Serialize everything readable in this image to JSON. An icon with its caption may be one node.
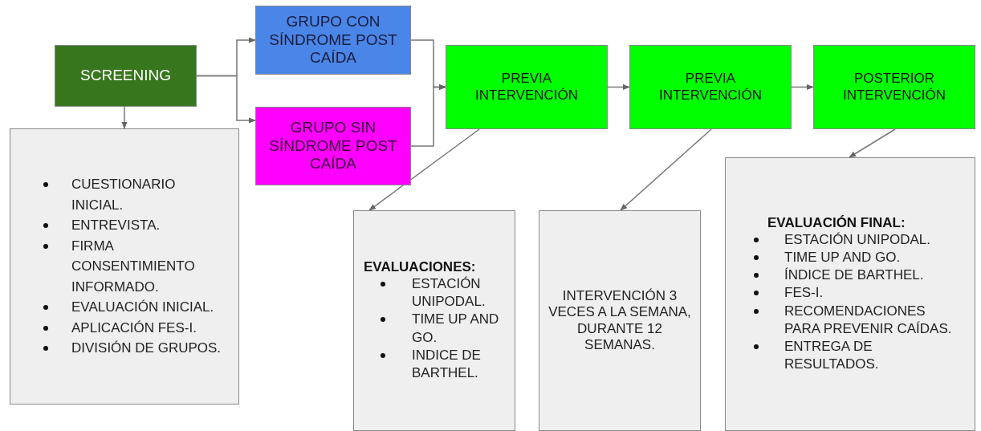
{
  "diagram": {
    "nodes": [
      {
        "text": [
          "SCREENING"
        ]
      },
      {
        "text": [
          "GRUPO CON SÍNDROME POST CAÍDA"
        ]
      },
      {
        "text": [
          "GRUPO SIN SÍNDROME POST CAÍDA"
        ]
      },
      {
        "text": [
          "PREVIA INTERVENCIÓN"
        ]
      },
      {
        "text": [
          "PREVIA INTERVENCIÓN"
        ]
      },
      {
        "text": [
          "POSTERIOR INTERVENCIÓN"
        ]
      },
      {
        "text": [
          "CUESTIONARIO INICIAL.",
          "ENTREVISTA.",
          "FIRMA CONSENTIMIENTO INFORMADO.",
          "EVALUACIÓN INICIAL.",
          "APLICACIÓN FES-I.",
          "DIVISIÓN DE GRUPOS."
        ]
      },
      {
        "text": [
          "EVALUACIONES:",
          "ESTACIÓN UNIPODAL.",
          "TIME UP AND GO.",
          "INDICE DE BARTHEL."
        ]
      },
      {
        "text": [
          "INTERVENCIÓN 3 VECES A LA SEMANA, DURANTE 12 SEMANAS."
        ]
      },
      {
        "text": [
          "EVALUACIÓN FINAL:",
          "ESTACIÓN UNIPODAL.",
          "TIME UP AND GO.",
          "ÍNDICE DE BARTHEL.",
          "FES-I.",
          "RECOMENDACIONES PARA PREVENIR CAÍDAS.",
          "ENTREGA DE RESULTADOS."
        ]
      }
    ],
    "edges": [
      {
        "from": 0,
        "to": 1,
        "arrow": "to"
      },
      {
        "from": 0,
        "to": 2,
        "arrow": "to"
      },
      {
        "from": 1,
        "to": 3,
        "arrow": "to"
      },
      {
        "from": 2,
        "to": 3,
        "arrow": "to"
      },
      {
        "from": 3,
        "to": 4,
        "arrow": "to"
      },
      {
        "from": 4,
        "to": 5,
        "arrow": "to"
      },
      {
        "from": 0,
        "to": 6,
        "arrow": "to"
      },
      {
        "from": 3,
        "to": 7,
        "arrow": "to"
      },
      {
        "from": 4,
        "to": 8,
        "arrow": "to"
      },
      {
        "from": 5,
        "to": 9,
        "arrow": "to"
      }
    ]
  }
}
